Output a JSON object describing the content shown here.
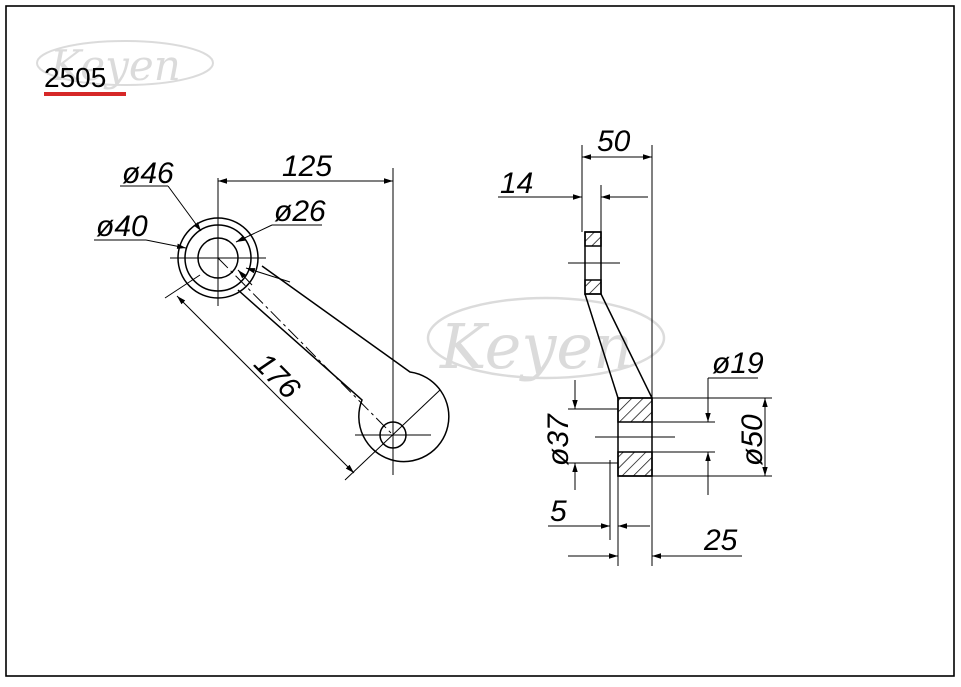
{
  "drawing": {
    "part_code": "2505",
    "accent_color": "#d62828",
    "line_color": "#000000",
    "watermark_color": "#9a9a9a",
    "watermark_text": "Keyen"
  },
  "front_view": {
    "dim_outer_dia": "ø46",
    "dim_ring_dia": "ø40",
    "dim_bore_dia": "ø26",
    "dim_horizontal": "125",
    "dim_arm_length": "176"
  },
  "side_view": {
    "dim_total_width": "50",
    "dim_top_width": "14",
    "dim_hole_dia": "ø19",
    "dim_hub_dia": "ø37",
    "dim_outer_dia": "ø50",
    "dim_offset": "5",
    "dim_base": "25"
  }
}
